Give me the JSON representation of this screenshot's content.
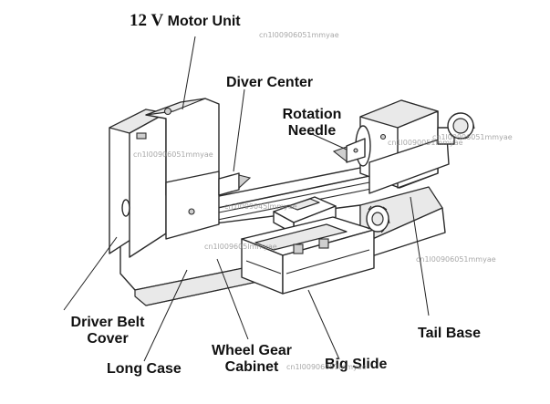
{
  "labels": {
    "motor_prefix": "12",
    "motor_v": "V",
    "motor_rest": "Motor Unit",
    "diver_center": "Diver Center",
    "rotation_l1": "Rotation",
    "rotation_l2": "Needle",
    "driver_belt_l1": "Driver Belt",
    "driver_belt_l2": "Cover",
    "long_case": "Long Case",
    "wheel_gear_l1": "Wheel Gear",
    "wheel_gear_l2": "Cabinet",
    "big_slide": "Big Slide",
    "tail_base": "Tail Base"
  },
  "watermarks": {
    "w1": "cn1l00906051mmyae",
    "w2": "cn1l0090051mmyae",
    "w3": "cn1l00906051mmyae",
    "w4": "cn1l00906051mmyae",
    "w5": "cn1l009045lmmyae",
    "w6": "cn1l009605lmmyae",
    "w7": "cn1l00906051mmyae",
    "w8": "cn1l00906051mmyae"
  }
}
